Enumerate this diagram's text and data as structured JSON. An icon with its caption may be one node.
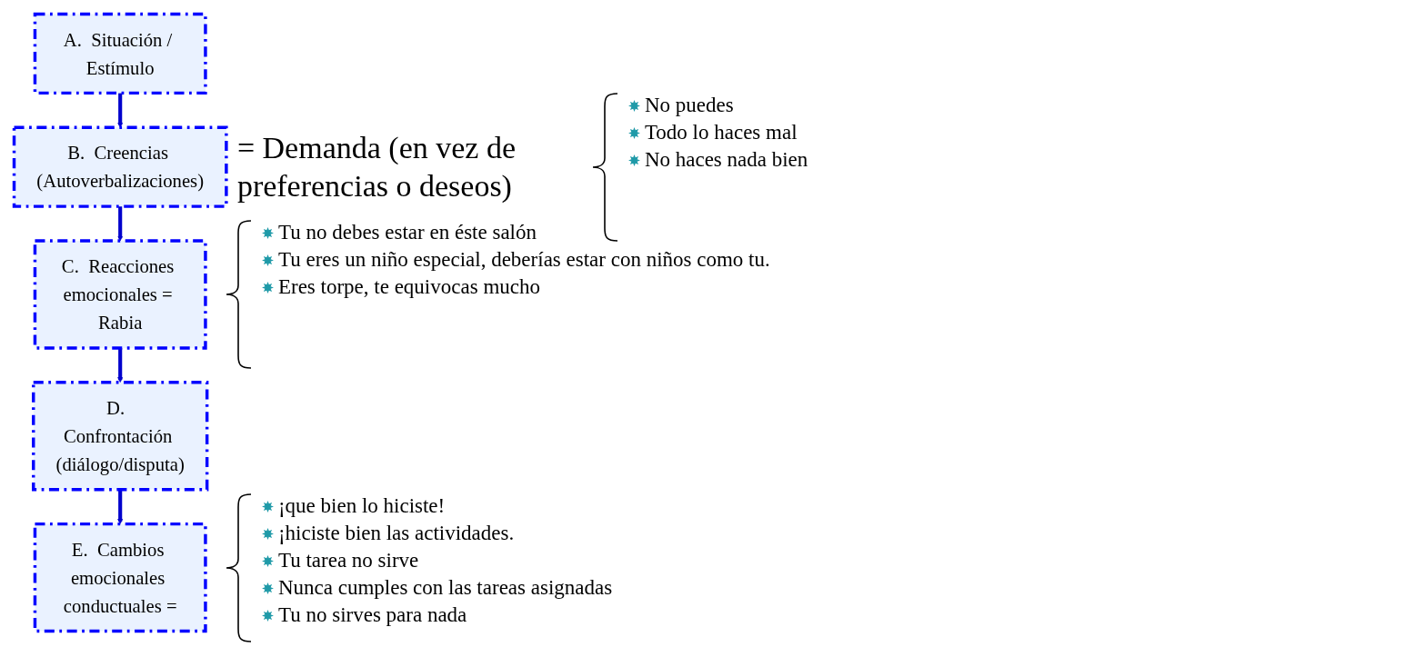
{
  "diagram": {
    "nodes": [
      {
        "text": [
          "A.",
          "Situación / Estímulo"
        ]
      },
      {
        "text": [
          "B.",
          "Creencias (Autoverbalizaciones)"
        ],
        "beside": [
          "= Demanda (en vez de preferencias o deseos)"
        ]
      },
      {
        "text": [
          "C.",
          "Reacciones emocionales = Rabia"
        ]
      },
      {
        "text": [
          "D.",
          "Confrontación (diálogo/disputa)"
        ]
      },
      {
        "text": [
          "E.",
          "Cambios emocionales conductuales ="
        ]
      }
    ],
    "edges": [
      {
        "from": 0,
        "to": 1,
        "arrow": "to"
      },
      {
        "from": 1,
        "to": 2,
        "arrow": "to"
      },
      {
        "from": 2,
        "to": 3,
        "arrow": "to"
      },
      {
        "from": 3,
        "to": 4,
        "arrow": "to"
      }
    ],
    "labels": [
      "No puedes",
      "Todo lo haces mal",
      "No haces nada bien",
      "Tu no debes estar en éste salón",
      "Tu eres un niño especial, deberías estar con niños como tu.",
      "Eres torpe, te equivocas mucho",
      "¡que bien lo hiciste!",
      "¡hiciste bien las actividades.",
      "Tu tarea no sirve",
      "Nunca cumples con las tareas asignadas",
      "Tu no sirves para nada"
    ]
  }
}
